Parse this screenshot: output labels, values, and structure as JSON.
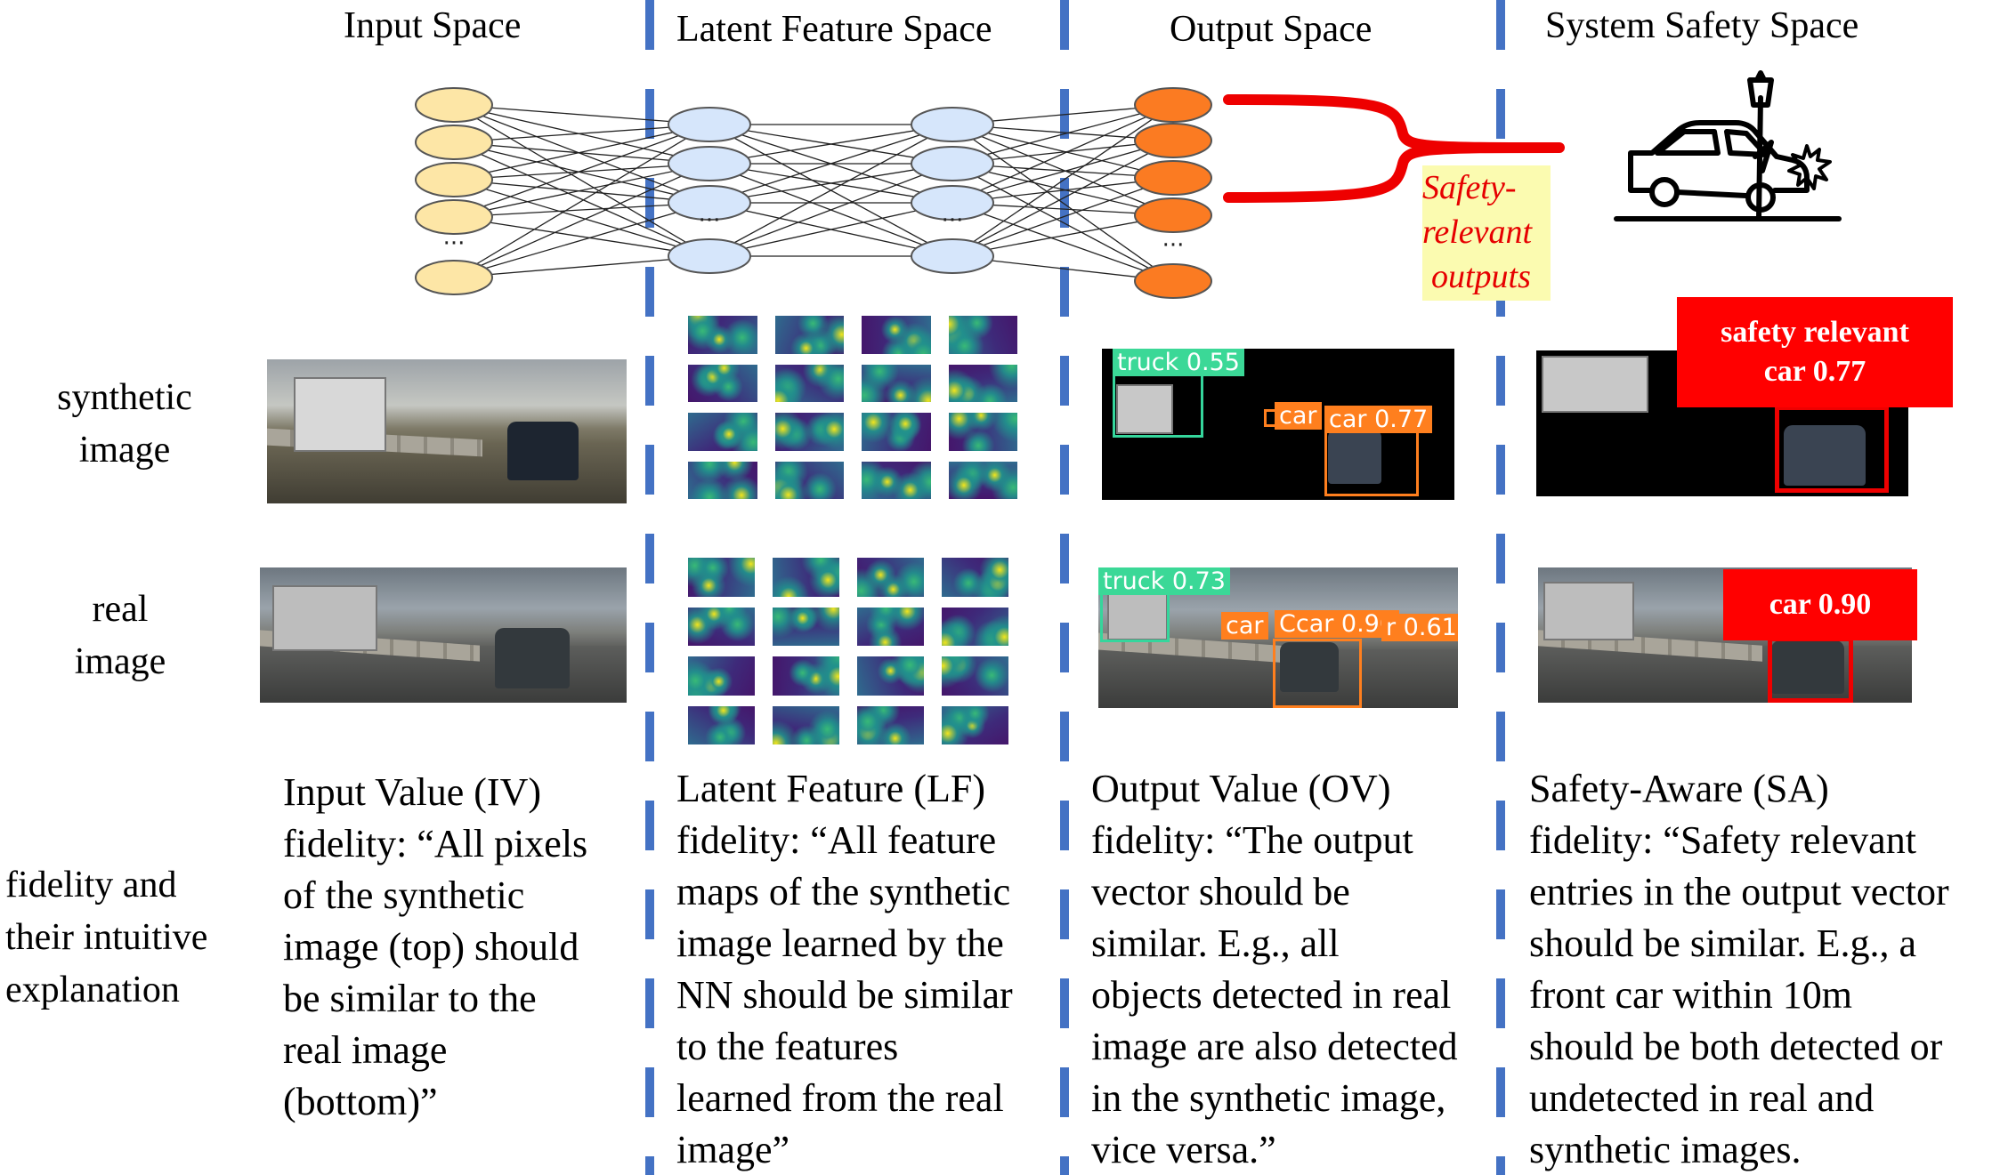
{
  "column_titles": [
    "Input Space",
    "Latent Feature Space",
    "Output Space",
    "System Safety Space"
  ],
  "row_labels": {
    "synthetic": [
      "synthetic",
      "image"
    ],
    "real": [
      "real",
      "image"
    ],
    "fidelity": [
      "fidelity and",
      "their intuitive",
      "explanation"
    ]
  },
  "network": {
    "ellipsis": "···",
    "colors": {
      "input_nodes": "#fde6a6",
      "latent_nodes": "#d6e6fb",
      "output_nodes": "#fb7b22",
      "node_stroke": "#555555",
      "divider": "#4472c4",
      "safety_bracket": "#ee0000"
    }
  },
  "safety_note": [
    "Safety-",
    "relevant",
    "outputs"
  ],
  "detections": {
    "synthetic_output": [
      {
        "label": "truck 0.55",
        "color": "green"
      },
      {
        "label": "car",
        "color": "orange"
      },
      {
        "label": "car 0.77",
        "color": "orange"
      }
    ],
    "real_output": [
      {
        "label": "truck 0.73",
        "color": "green"
      },
      {
        "label": "car",
        "color": "orange"
      },
      {
        "label": "Ccar 0.90",
        "color": "orange"
      },
      {
        "label": "r 0.61",
        "color": "orange"
      }
    ],
    "synthetic_safety": [
      "safety relevant",
      "car 0.77"
    ],
    "real_safety": [
      "car 0.90"
    ]
  },
  "explanations": [
    [
      "Input Value (IV)",
      "fidelity: “All pixels",
      "of the synthetic",
      "image (top) should",
      "be similar to the",
      "real image",
      "(bottom)”"
    ],
    [
      "Latent Feature (LF)",
      "fidelity: “All feature",
      "maps of the synthetic",
      "image learned by the",
      "NN should be similar",
      "to the features",
      "learned from the real",
      "image”"
    ],
    [
      "Output Value (OV)",
      "fidelity: “The output",
      "vector should be",
      "similar. E.g., all",
      "objects detected in real",
      "image are also detected",
      "in the synthetic image,",
      "vice versa.”"
    ],
    [
      "Safety-Aware (SA)",
      "fidelity: “Safety relevant",
      "entries in the output vector",
      "should be similar. E.g., a",
      "front car within 10m",
      "should be both detected or",
      "undetected in real and",
      "synthetic images."
    ]
  ]
}
